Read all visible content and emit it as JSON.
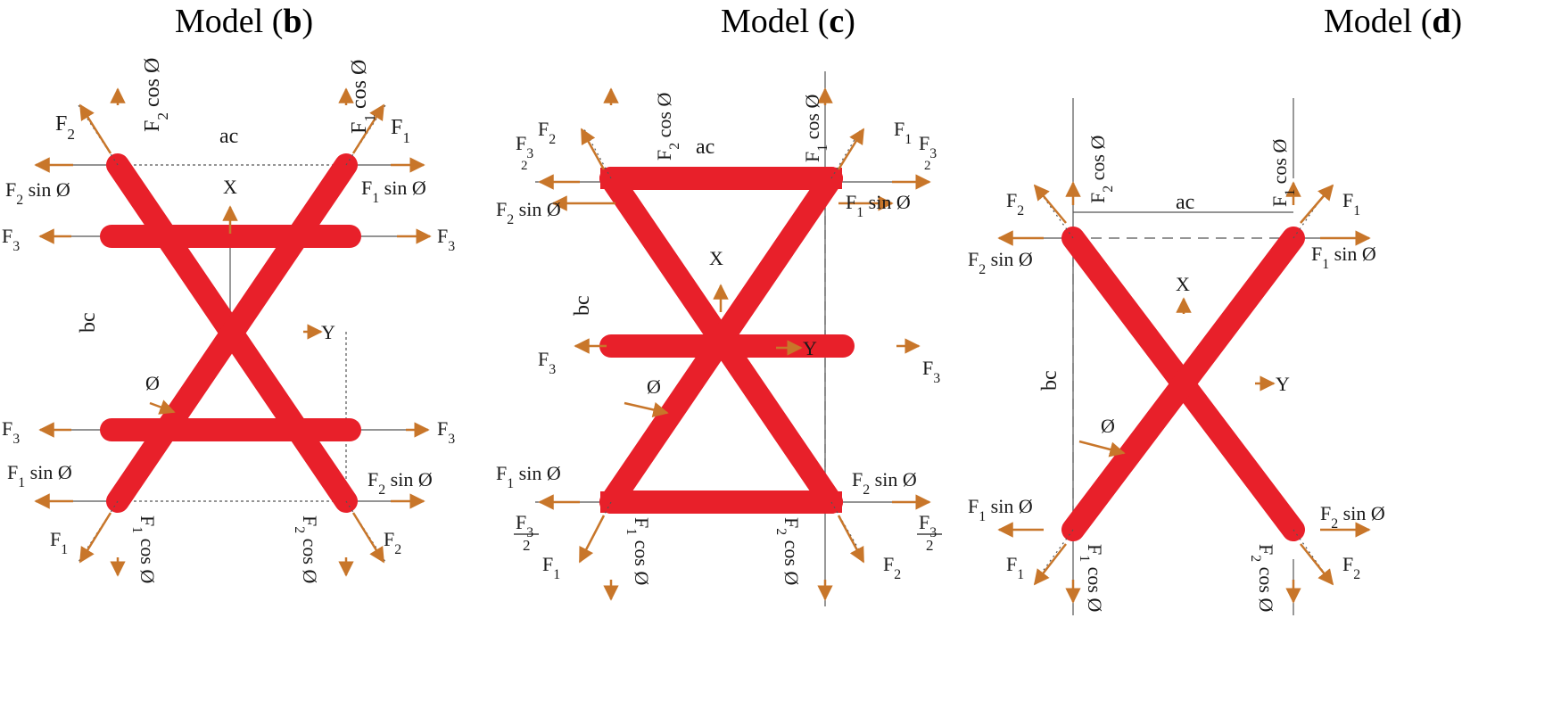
{
  "titles": {
    "b": {
      "prefix": "Model (",
      "letter": "b",
      "suffix": ")"
    },
    "c": {
      "prefix": "Model (",
      "letter": "c",
      "suffix": ")"
    },
    "d": {
      "prefix": "Model (",
      "letter": "d",
      "suffix": ")"
    }
  },
  "labels": {
    "f1": "F",
    "f2": "F",
    "f3": "F",
    "sub1": "1",
    "sub2": "2",
    "sub3": "3",
    "sin": "sin Ø",
    "cos": "cos Ø",
    "half": "2",
    "ac": "ac",
    "bc": "bc",
    "x": "X",
    "y": "Y",
    "phi": "Ø"
  },
  "colors": {
    "member": "#e8202a",
    "arrow": "#c8762a",
    "line": "#555555",
    "text": "#1a1a1a"
  }
}
